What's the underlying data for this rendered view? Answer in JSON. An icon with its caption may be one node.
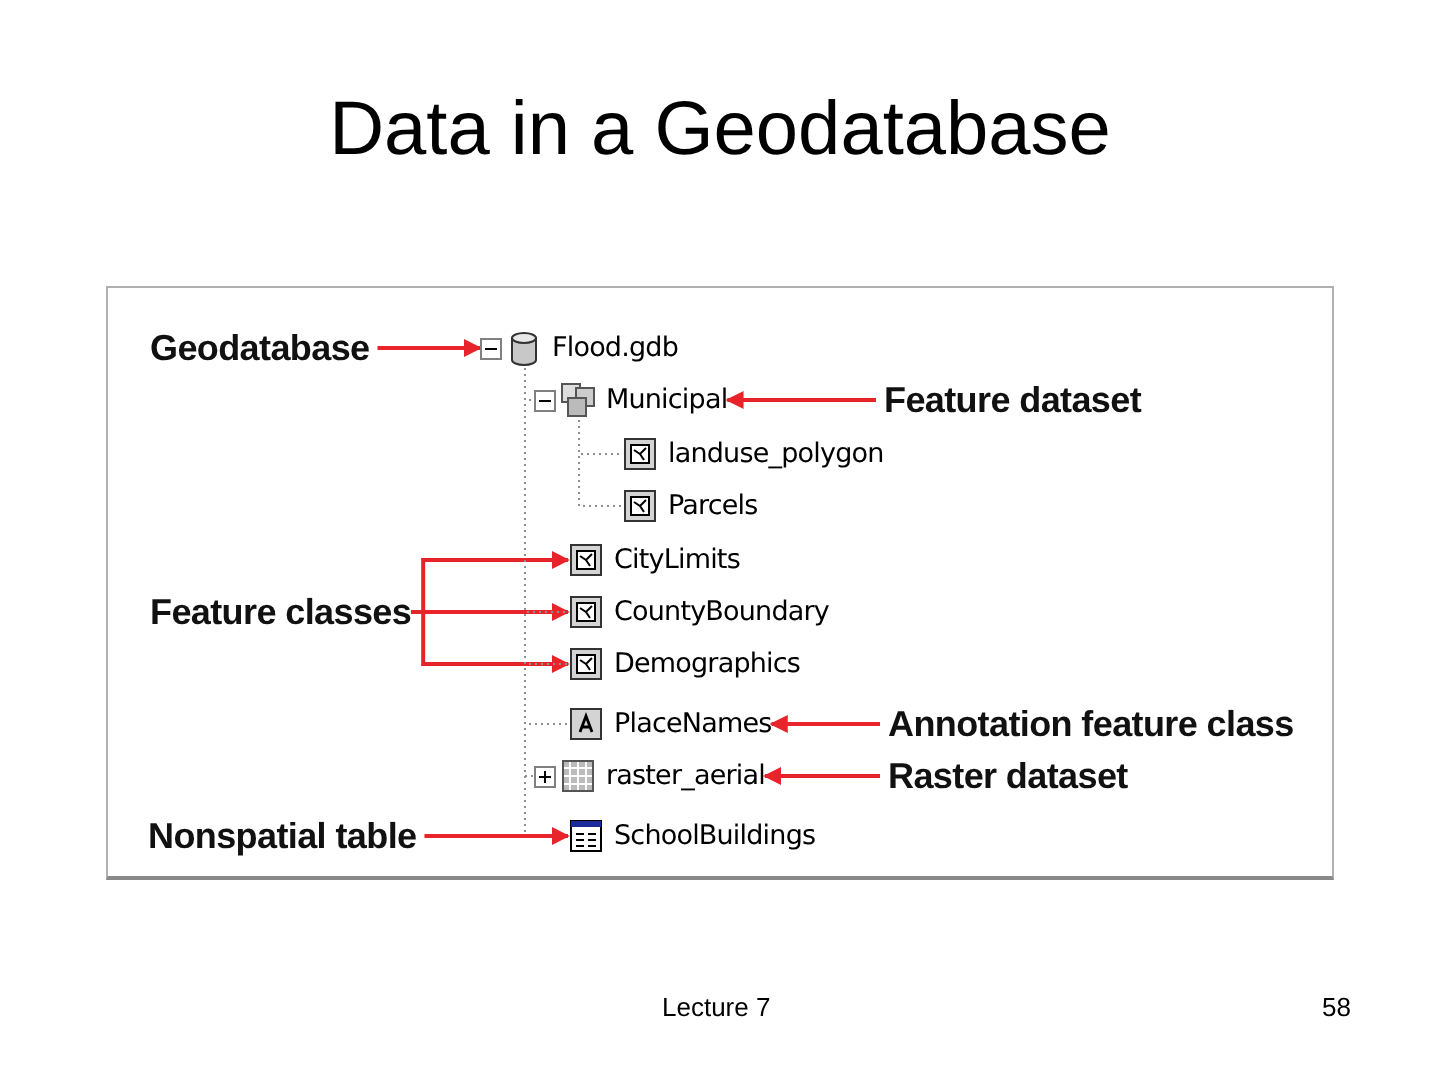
{
  "diagram": {
    "title": "Data in a Geodatabase",
    "nodes": [
      {
        "text": [
          "Geodatabase"
        ]
      },
      {
        "text": [
          "Flood.gdb"
        ]
      },
      {
        "text": [
          "Municipal"
        ]
      },
      {
        "text": [
          "Feature dataset"
        ]
      },
      {
        "text": [
          "landuse_polygon"
        ]
      },
      {
        "text": [
          "Parcels"
        ]
      },
      {
        "text": [
          "CityLimits"
        ]
      },
      {
        "text": [
          "Feature classes"
        ]
      },
      {
        "text": [
          "CountyBoundary"
        ]
      },
      {
        "text": [
          "Demographics"
        ]
      },
      {
        "text": [
          "PlaceNames"
        ]
      },
      {
        "text": [
          "Annotation feature class"
        ]
      },
      {
        "text": [
          "raster_aerial"
        ]
      },
      {
        "text": [
          "Raster dataset"
        ]
      },
      {
        "text": [
          "Nonspatial table"
        ]
      },
      {
        "text": [
          "SchoolBuildings"
        ]
      }
    ],
    "edges": [
      {
        "from": 0,
        "to": 1,
        "arrow": "to",
        "color": "#e8232a"
      },
      {
        "from": 1,
        "to": 2,
        "arrow": "none",
        "style": "dashed"
      },
      {
        "from": 3,
        "to": 2,
        "arrow": "to",
        "color": "#e8232a"
      },
      {
        "from": 2,
        "to": 4,
        "arrow": "none",
        "style": "dashed"
      },
      {
        "from": 2,
        "to": 5,
        "arrow": "none",
        "style": "dashed"
      },
      {
        "from": 1,
        "to": 6,
        "arrow": "none",
        "style": "dashed"
      },
      {
        "from": 7,
        "to": 6,
        "arrow": "to",
        "color": "#e8232a"
      },
      {
        "from": 7,
        "to": 8,
        "arrow": "to",
        "color": "#e8232a"
      },
      {
        "from": 7,
        "to": 9,
        "arrow": "to",
        "color": "#e8232a"
      },
      {
        "from": 1,
        "to": 8,
        "arrow": "none",
        "style": "dashed"
      },
      {
        "from": 1,
        "to": 9,
        "arrow": "none",
        "style": "dashed"
      },
      {
        "from": 1,
        "to": 10,
        "arrow": "none",
        "style": "dashed"
      },
      {
        "from": 11,
        "to": 10,
        "arrow": "to",
        "color": "#e8232a"
      },
      {
        "from": 1,
        "to": 12,
        "arrow": "none",
        "style": "dashed"
      },
      {
        "from": 13,
        "to": 12,
        "arrow": "to",
        "color": "#e8232a"
      },
      {
        "from": 1,
        "to": 15,
        "arrow": "none",
        "style": "dashed"
      },
      {
        "from": 14,
        "to": 15,
        "arrow": "to",
        "color": "#e8232a"
      }
    ],
    "labels": [
      "Lecture 7",
      "58"
    ]
  }
}
